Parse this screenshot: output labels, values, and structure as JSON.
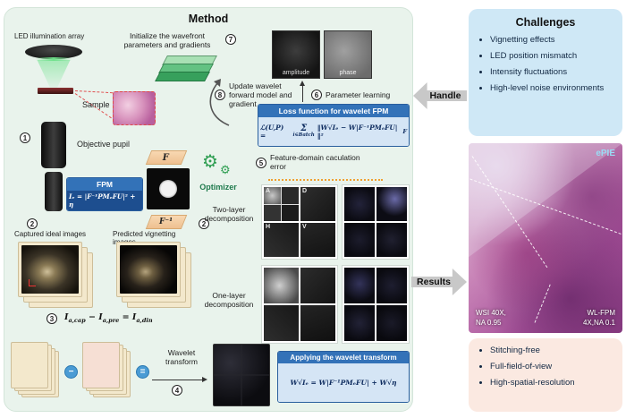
{
  "method": {
    "title": "Method",
    "led_array_label": "LED illumination array",
    "sample_label": "Sample",
    "objective_pupil_label": "Objective pupil",
    "init_text": "Initialize the wavefront parameters and gradients",
    "update_text": "Update wavelet forward model and gradient",
    "fpm_box": {
      "title": "FPM",
      "equation": "Iₑ = |F⁻¹PMₑFU|² + η"
    },
    "fourier_label": "F",
    "inverse_fourier_label": "F⁻¹",
    "captured_images_label": "Captured ideal images",
    "predicted_images_label": "Predicted vignetting images",
    "diff_eq": {
      "b1": "I",
      "s1": "a,cap",
      "op1": "−",
      "b2": "I",
      "s2": "a,pre",
      "op2": "=",
      "b3": "I",
      "s3": "a,din"
    },
    "wavelet_transform_label": "Wavelet transform",
    "apply_wavelet_box": {
      "title": "Applying the wavelet transform",
      "equation": "W√Iₑ = W|F⁻¹PMₑFU| + W√η"
    },
    "optimizer_label": "Optimizer",
    "loss_box": {
      "title": "Loss function for wavelet FPM",
      "eq_lhs": "ℒ(U,P) =",
      "sum_symbol": "Σ",
      "sum_sub": "i∈Batch",
      "eq_rhs": "‖W√Iₑ − W|F⁻¹PMₑFU|‖²",
      "eq_rhs_sub": "F"
    },
    "parameter_learning_label": "Parameter learning",
    "feature_error_label": "Feature-domain caculation error",
    "amplitude_label": "amplitude",
    "phase_label": "phase",
    "two_layer_label": "Two-layer decomposition",
    "one_layer_label": "One-layer decomposition",
    "quadrants": {
      "a": "A",
      "d": "D",
      "h": "H",
      "v": "V"
    },
    "steps": {
      "s1": "1",
      "s2": "2",
      "s3": "3",
      "s4": "4",
      "s5": "5",
      "s6": "6",
      "s7": "7",
      "s8": "8"
    },
    "minus_op": "−",
    "equals_op": "="
  },
  "handle_arrow_label": "Handle",
  "results_arrow_label": "Results",
  "challenges": {
    "title": "Challenges",
    "items": [
      "Vignetting effects",
      "LED position mismatch",
      "Intensity fluctuations",
      "High-level noise environments"
    ]
  },
  "results": {
    "epie_tag": "ePIE",
    "wsi_line1": "WSI 40X,",
    "wsi_line2": "NA 0.95",
    "wlfpm_line1": "WL-FPM",
    "wlfpm_line2": "4X,NA 0.1",
    "items": [
      "Stitching-free",
      "Full-field-of-view",
      "High-spatial-resolution"
    ]
  }
}
